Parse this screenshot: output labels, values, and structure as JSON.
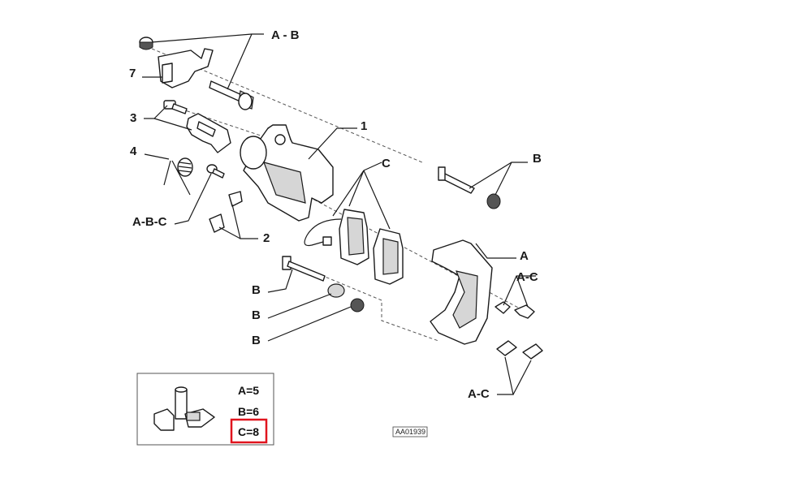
{
  "callouts": {
    "ab_top": "A - B",
    "part7": "7",
    "part3": "3",
    "part4": "4",
    "part1": "1",
    "c_pads": "C",
    "b_right": "B",
    "abc_left": "A-B-C",
    "part2": "2",
    "a_bracket": "A",
    "ac_upper": "A-C",
    "b_row1": "B",
    "b_row2": "B",
    "b_row3": "B",
    "ac_lower": "A-C"
  },
  "legend": {
    "a": "A=5",
    "b": "B=6",
    "c": "C=8",
    "highlight_color": "#e0141e"
  },
  "reference_code": "AA01939"
}
